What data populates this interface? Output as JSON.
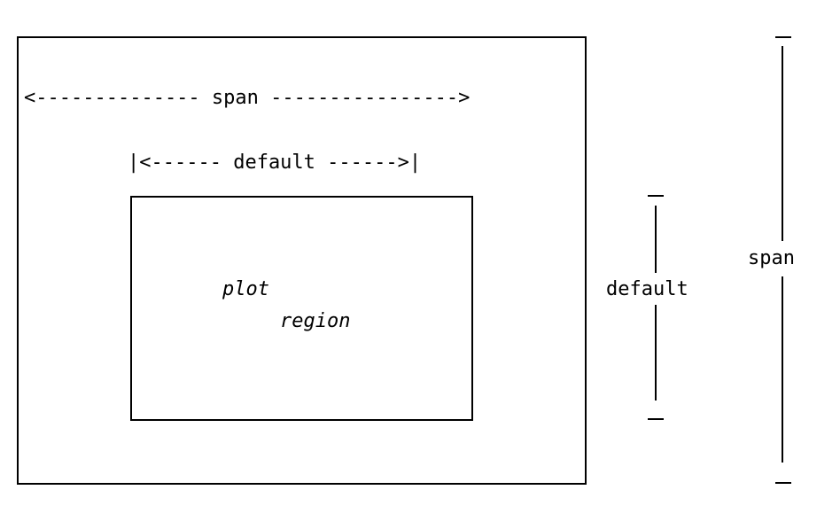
{
  "horizontal": {
    "span_text": "<-------------- span ---------------->",
    "default_text": "|<------ default ------>|"
  },
  "plot": {
    "line1": "plot",
    "line2": "region"
  },
  "vertical": {
    "default_label": "default",
    "span_label": "span"
  }
}
